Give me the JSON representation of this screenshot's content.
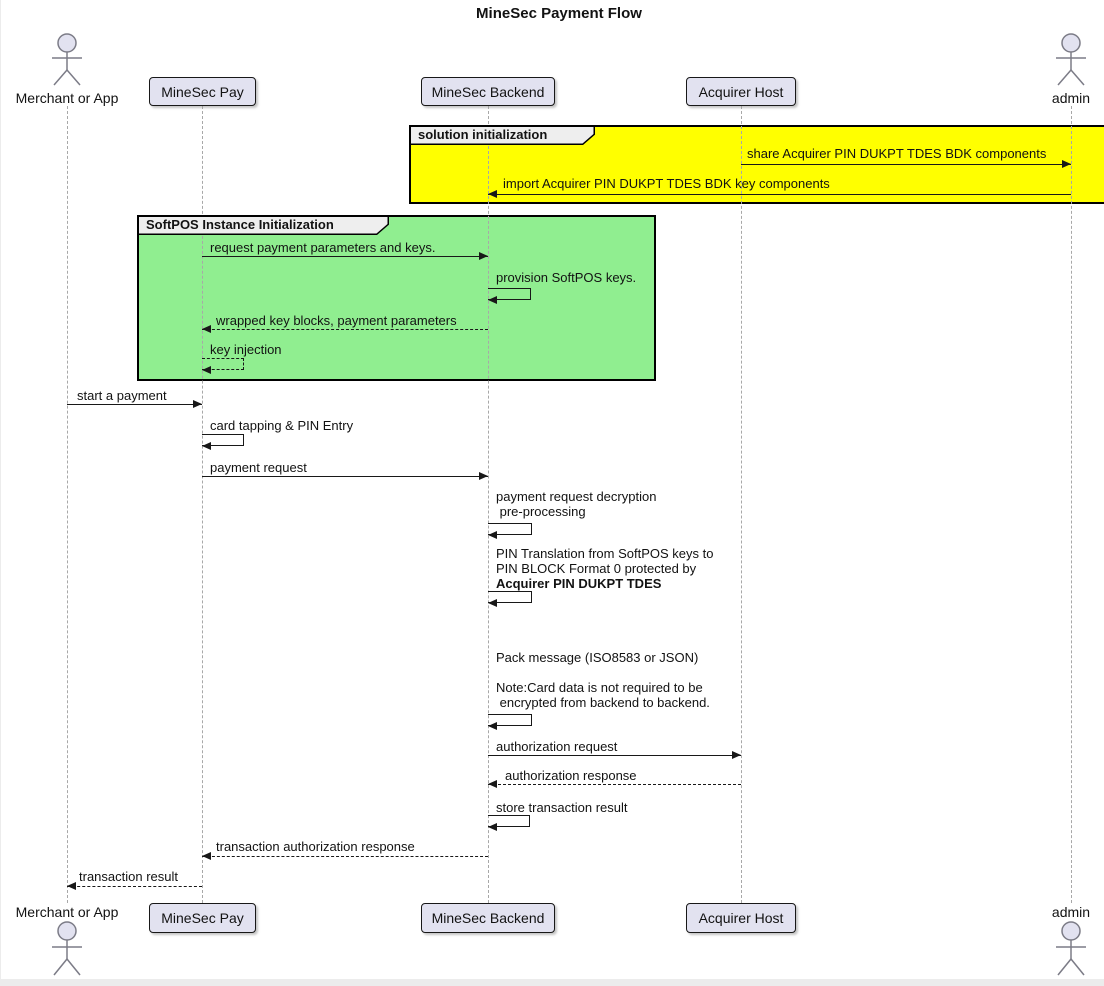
{
  "diagram_type": "sequence",
  "title": "MineSec Payment Flow",
  "participants": {
    "merchant": {
      "label": "Merchant or App",
      "kind": "actor"
    },
    "pay": {
      "label": "MineSec Pay",
      "kind": "participant"
    },
    "backend": {
      "label": "MineSec Backend",
      "kind": "participant"
    },
    "acquirer": {
      "label": "Acquirer Host",
      "kind": "participant"
    },
    "admin": {
      "label": "admin",
      "kind": "actor"
    }
  },
  "groups": {
    "solution_init": {
      "label": "solution initialization",
      "fill": "#FFFF00"
    },
    "softpos_init": {
      "label": "SoftPOS Instance Initialization",
      "fill": "#90EE90"
    }
  },
  "messages": [
    {
      "label": "share Acquirer PIN DUKPT TDES BDK components",
      "from": "Acquirer Host",
      "to": "admin",
      "line": "solid"
    },
    {
      "label": "import Acquirer PIN DUKPT TDES BDK key components",
      "from": "admin",
      "to": "MineSec Backend",
      "line": "solid"
    },
    {
      "label": "request payment parameters and keys.",
      "from": "MineSec Pay",
      "to": "MineSec Backend",
      "line": "solid"
    },
    {
      "label": "provision SoftPOS keys.",
      "from": "MineSec Backend",
      "to": "MineSec Backend",
      "line": "solid"
    },
    {
      "label": "wrapped key blocks, payment parameters",
      "from": "MineSec Backend",
      "to": "MineSec Pay",
      "line": "dashed"
    },
    {
      "label": "key injection",
      "from": "MineSec Pay",
      "to": "MineSec Pay",
      "line": "dashed"
    },
    {
      "label": "start a payment",
      "from": "Merchant or App",
      "to": "MineSec Pay",
      "line": "solid"
    },
    {
      "label": "card tapping & PIN Entry",
      "from": "MineSec Pay",
      "to": "MineSec Pay",
      "line": "solid"
    },
    {
      "label": "payment request",
      "from": "MineSec Pay",
      "to": "MineSec Backend",
      "line": "solid"
    },
    {
      "label": "payment request decryption\n pre-processing",
      "from": "MineSec Backend",
      "to": "MineSec Backend",
      "line": "solid"
    },
    {
      "label": "PIN Translation from SoftPOS keys to\nPIN BLOCK Format 0 protected by",
      "label_bold": "Acquirer PIN DUKPT TDES",
      "from": "MineSec Backend",
      "to": "MineSec Backend",
      "line": "solid"
    },
    {
      "label": "Pack message (ISO8583 or JSON)\n\nNote:Card data is not required to be\n encrypted from backend to backend.",
      "from": "MineSec Backend",
      "to": "MineSec Backend",
      "line": "solid"
    },
    {
      "label": "authorization request",
      "from": "MineSec Backend",
      "to": "Acquirer Host",
      "line": "solid"
    },
    {
      "label": "authorization response",
      "from": "Acquirer Host",
      "to": "MineSec Backend",
      "line": "dashed"
    },
    {
      "label": "store transaction result",
      "from": "MineSec Backend",
      "to": "MineSec Backend",
      "line": "solid"
    },
    {
      "label": "transaction authorization response",
      "from": "MineSec Backend",
      "to": "MineSec Pay",
      "line": "dashed"
    },
    {
      "label": "transaction result",
      "from": "MineSec Pay",
      "to": "Merchant or App",
      "line": "dashed"
    }
  ],
  "colors": {
    "participant_fill": "#E2E2F0",
    "participant_border": "#181818",
    "group_yellow": "#FFFF00",
    "group_green": "#90EE90",
    "tab_fill": "#EEEEEE",
    "lifeline": "#A8A8A8",
    "arrow": "#181818"
  }
}
